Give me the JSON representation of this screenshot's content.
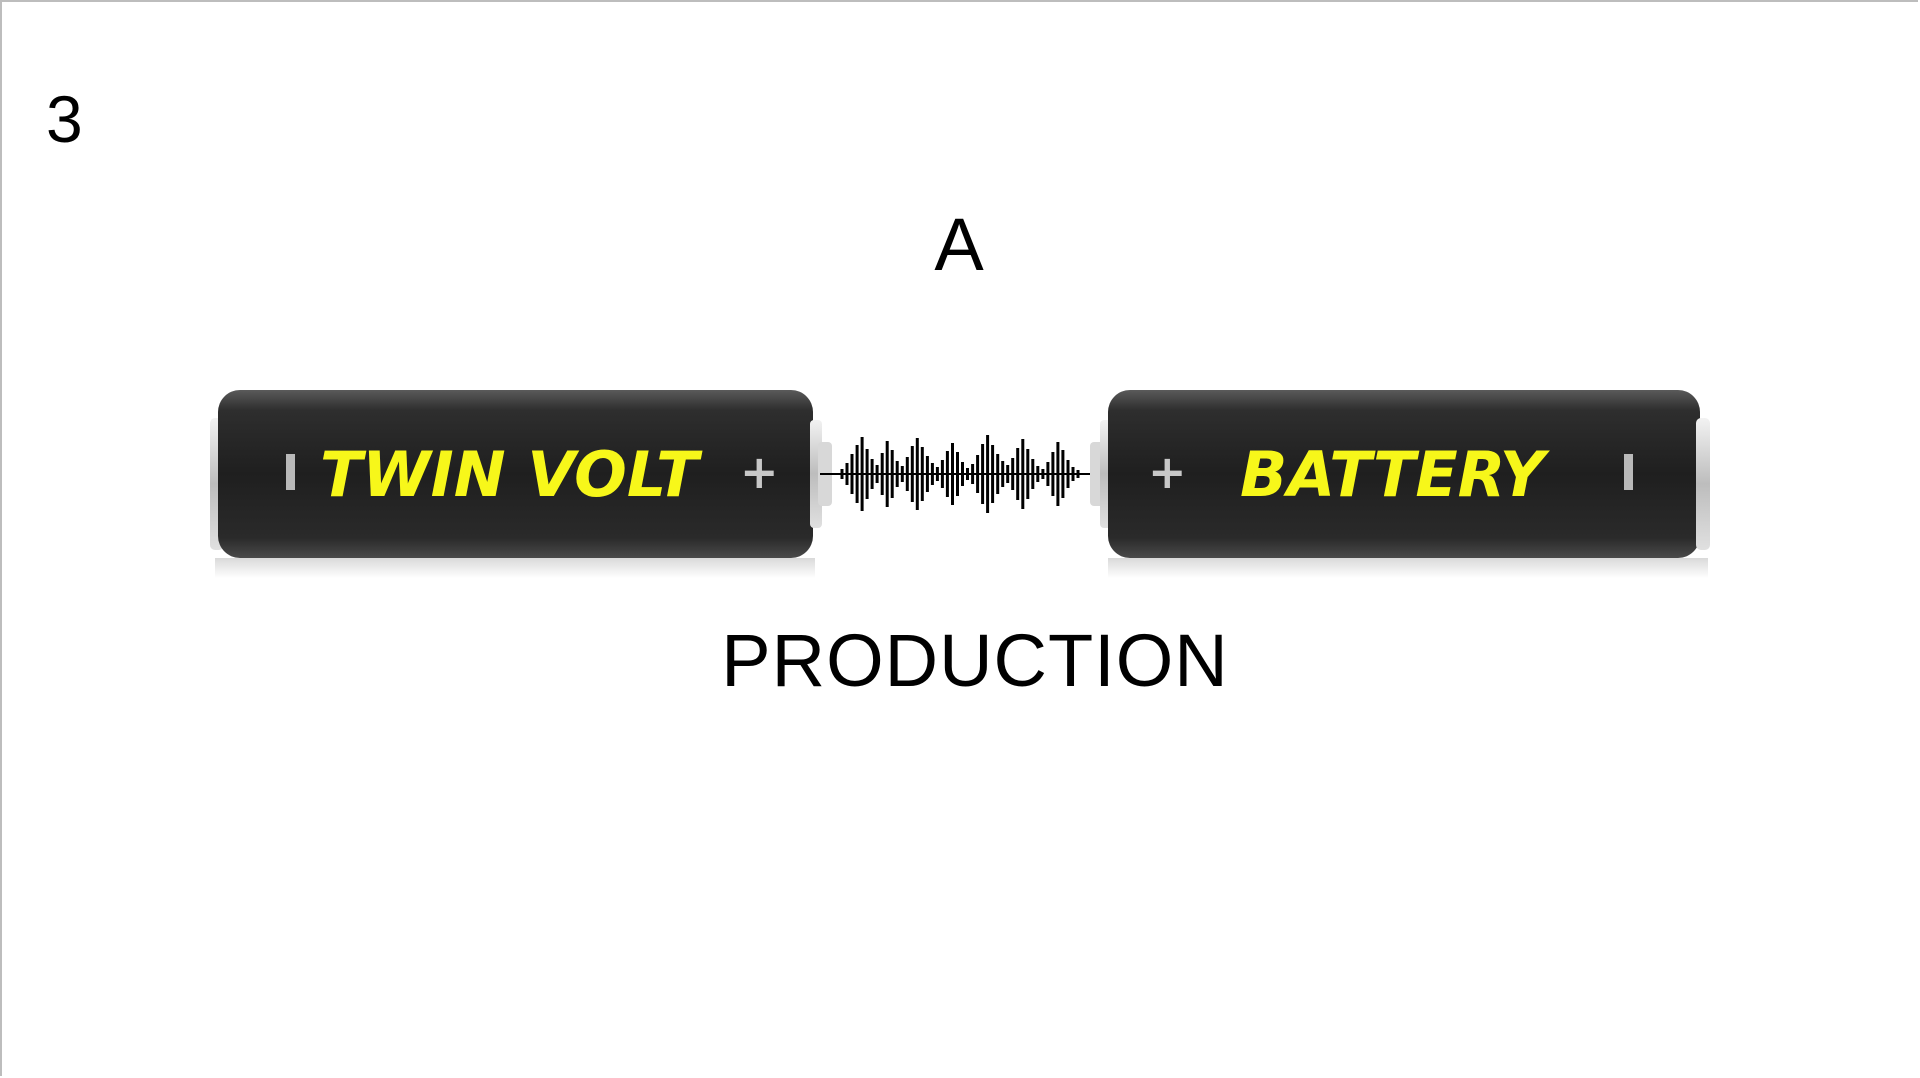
{
  "slide": {
    "number": "3"
  },
  "title_top": "A",
  "title_bottom": "PRODUCTION",
  "logo": {
    "left_text": "TWIN VOLT",
    "right_text": "BATTERY",
    "battery_color": "#2b2b2b",
    "lettering_color": "#f7f71a",
    "icon_left": "battery-icon",
    "icon_right": "battery-icon",
    "connector_icon": "sound-wave-icon"
  }
}
